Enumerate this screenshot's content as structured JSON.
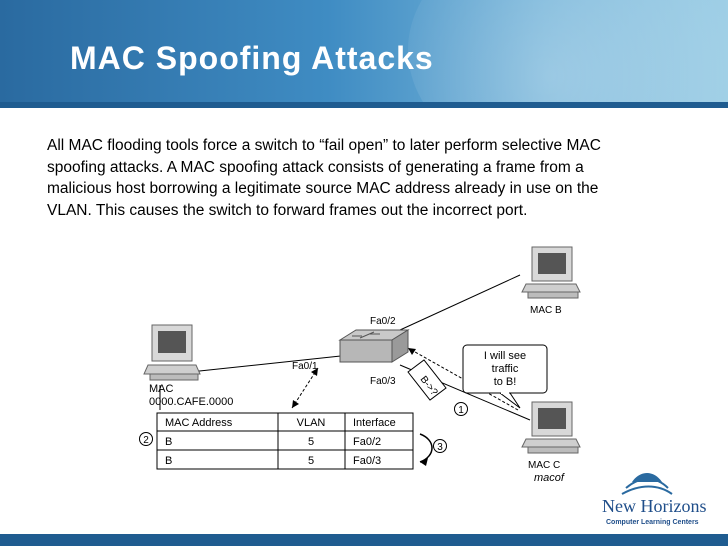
{
  "slide": {
    "title": "MAC Spoofing Attacks",
    "body": "All MAC flooding tools force a switch to “fail open” to later perform selective MAC spoofing attacks. A MAC spoofing attack consists of generating a frame from a malicious host borrowing a legitimate source MAC address already in use on the VLAN. This causes the switch to forward frames out the incorrect port."
  },
  "diagram": {
    "port_fa01": "Fa0/1",
    "port_fa02": "Fa0/2",
    "port_fa03": "Fa0/3",
    "frame_label": "B->?",
    "host_a_name": "MAC",
    "host_a_addr": "0000.CAFE.0000",
    "host_b_name": "MAC B",
    "host_c_name": "MAC C",
    "host_c_tool": "macof",
    "callout": [
      "I will see",
      "traffic",
      "to B!"
    ],
    "step1": "1",
    "step2": "2",
    "step3": "3",
    "table": {
      "headers": [
        "MAC Address",
        "VLAN",
        "Interface"
      ],
      "rows": [
        [
          "B",
          "5",
          "Fa0/2"
        ],
        [
          "B",
          "5",
          "Fa0/3"
        ]
      ]
    }
  },
  "logo": {
    "name": "New Horizons",
    "tagline": "Computer Learning Centers"
  },
  "colors": {
    "header": "#3f8cc3",
    "accent": "#1f5c90"
  }
}
